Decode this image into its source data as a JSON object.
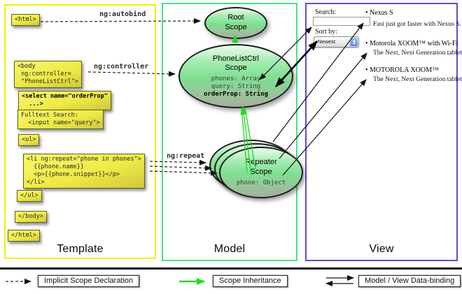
{
  "colors": {
    "template_border": "#f2ee00",
    "model_border": "#43e38b",
    "view_border": "#5a50cf",
    "code_box_yellow": "#eeea46",
    "scope_green": "#7fdf91",
    "arrow_green": "#26d826"
  },
  "columns": {
    "template": {
      "title": "Template"
    },
    "model": {
      "title": "Model"
    },
    "view": {
      "title": "View"
    }
  },
  "labels": {
    "ng_autobind": "ng:autobind",
    "ng_controller": "ng:controller",
    "ng_repeat": "ng:repeat"
  },
  "template": {
    "boxes": [
      {
        "text": "<html>"
      },
      {
        "text": "<body\n ng:controller=\n \"PhoneListCtrl\">"
      },
      {
        "text": "<select name=\"orderProp\"\n  ...>"
      },
      {
        "text": "Fulltext Search:\n  <input name=\"query\">"
      },
      {
        "text": "<ul>"
      },
      {
        "text": "<li ng:repeat=\"phone in phones\">\n  {{phone.name}}\n  <p>{{phone.snippet}}</p>\n</li>"
      },
      {
        "text": "</ul>"
      },
      {
        "text": "</body>"
      },
      {
        "text": "</html>"
      }
    ]
  },
  "model": {
    "root_scope": {
      "title": "Root\nScope"
    },
    "phonelist_scope": {
      "title": "PhoneListCtrl\nScope",
      "prop_phones": "phones: Array",
      "prop_query": "query: String",
      "prop_order": "orderProp: String"
    },
    "repeater_scope": {
      "title": "Repeater\nScope",
      "prop_phone": "phone: Object"
    }
  },
  "view": {
    "search_label": "Search:",
    "search_value": "",
    "sort_label": "Sort by:",
    "sort_value": "Newest",
    "items": [
      {
        "name": "• Nexus S",
        "desc": "Fast just got faster with Nexus S."
      },
      {
        "name": "• Motorola XOOM™ with Wi-Fi",
        "desc": "The Next, Next Generation tablet."
      },
      {
        "name": "• MOTOROLA XOOM™",
        "desc": "The Next, Next Generation tablet."
      }
    ]
  },
  "legend": {
    "items": [
      {
        "label": "Implicit Scope Declaration"
      },
      {
        "label": "Scope Inheritance"
      },
      {
        "label": "Model / View Data-binding"
      }
    ]
  }
}
